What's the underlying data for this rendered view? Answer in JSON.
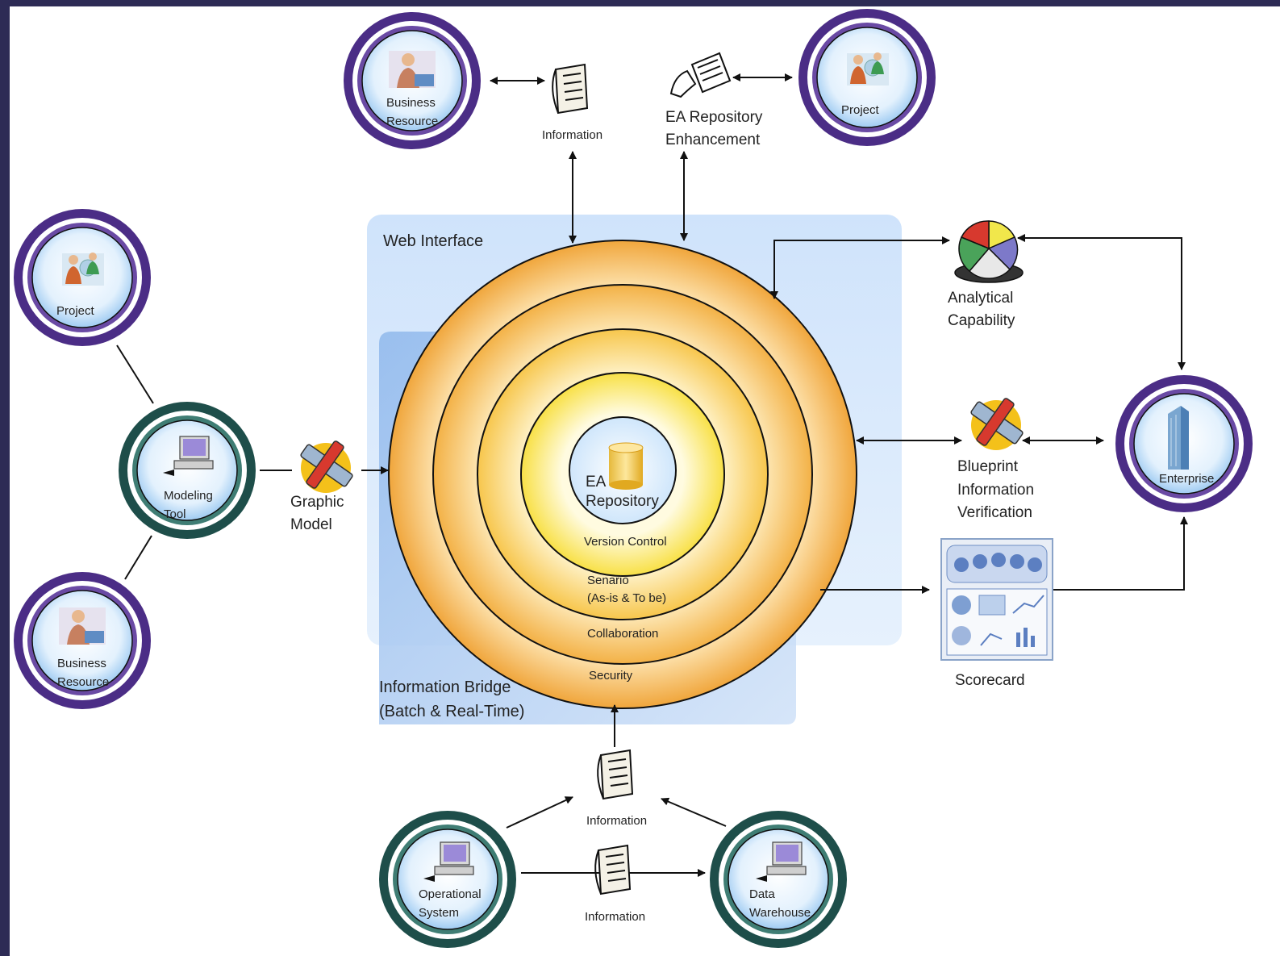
{
  "web_interface": {
    "label": "Web Interface"
  },
  "information_bridge": {
    "line1": "Information Bridge",
    "line2": "(Batch & Real-Time)"
  },
  "repository": {
    "line1": "EA",
    "line2": "Repository",
    "rings": {
      "version_control": "Version Control",
      "scenario_line1": "Senario",
      "scenario_line2": "(As-is & To be)",
      "collaboration": "Collaboration",
      "security": "Security"
    }
  },
  "nodes": {
    "business_resource_top": {
      "line1": "Business",
      "line2": "Resource",
      "icon": "business-person-icon"
    },
    "project_top": {
      "label": "Project",
      "icon": "project-team-icon"
    },
    "project_left": {
      "label": "Project",
      "icon": "project-team-icon"
    },
    "modeling_tool": {
      "line1": "Modeling",
      "line2": "Tool",
      "icon": "computer-icon"
    },
    "business_resource_left": {
      "line1": "Business",
      "line2": "Resource",
      "icon": "business-person-icon"
    },
    "enterprise": {
      "label": "Enterprise",
      "icon": "building-icon"
    },
    "operational_system": {
      "line1": "Operational",
      "line2": "System",
      "icon": "computer-icon"
    },
    "data_warehouse": {
      "line1": "Data",
      "line2": "Warehouse",
      "icon": "computer-icon"
    }
  },
  "items": {
    "information_top": {
      "label": "Information",
      "icon": "document-scroll-icon"
    },
    "ea_enhancement": {
      "line1": "EA Repository",
      "line2": "Enhancement",
      "icon": "hand-form-icon"
    },
    "graphic_model": {
      "line1": "Graphic",
      "line2": "Model",
      "icon": "pencil-ruler-icon"
    },
    "analytical": {
      "line1": "Analytical",
      "line2": "Capability",
      "icon": "pie-chart-icon"
    },
    "blueprint": {
      "line1": "Blueprint",
      "line2": "Information",
      "line3": "Verification",
      "icon": "pencil-ruler-icon"
    },
    "scorecard": {
      "label": "Scorecard",
      "icon": "dashboard-icon"
    },
    "information_mid": {
      "label": "Information",
      "icon": "document-scroll-icon"
    },
    "information_bottom": {
      "label": "Information",
      "icon": "document-scroll-icon"
    }
  }
}
